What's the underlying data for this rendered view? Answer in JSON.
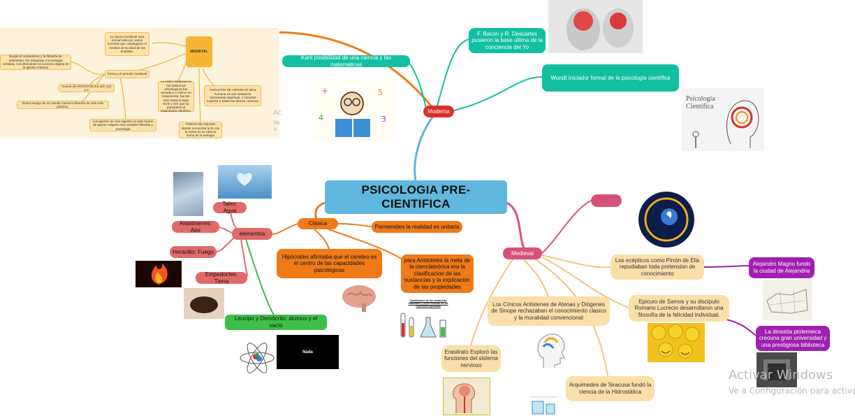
{
  "title": "PSICOLOGIA PRE-CIENTIFICA",
  "branches": {
    "moderna": "Moderna",
    "clasica": "Clásica",
    "medieval": "Medieval"
  },
  "moderna_items": {
    "bacon": "F. Bacon y R. Descartes pusieron la base última de la conciencia del Yo",
    "kant": "Kant posibilidad de una ciencia y las matemáticas",
    "wundt": "Wundt iniciador formal de la psicología científica",
    "psico_img_label": "Psicología Científica"
  },
  "clasica_items": {
    "elementos": "elementos",
    "tales": "Tales: Agua",
    "anaximenes": "Anaximenes: Aire",
    "heraclito": "Heráclito: Fuego",
    "empedocles": "Empedocles: Tierra",
    "leucipo": "Leucipo y Demócrito: átomos y el vacío",
    "nada": "Nada",
    "parmenides": "Parmenides la realidad es unitaria",
    "hipocrates": "Hipócrates afirmaba que el cerebro es el centro de las capacidades psicológicas",
    "aristoteles": "para Aristoteles la meta de la cienciateórica era la clasificacion de las sustancias y la explicación de las propiedades",
    "clasif_caption": "Clasificación de las sustancias materiales y leyes clásicas de las reacciones químicas"
  },
  "medieval_items": {
    "escepticos": "Los ecépticos como Pirrón de Elis repudiaban toda pretension de conocimiento",
    "alejandro": "Alejandro Magno fundo la ciudad de Alejandria",
    "epicuro": "Epicuro de Samos y su discipulo Romano Lucrecio desarrollaron una filosofía de la felicidad individual.",
    "dinastia": "La dinastía ptolemeica creouna gran universidad y una prestigiosa biblioteca",
    "cinicos": "Los Cínicos Antistenes de Atenas y Diógenes de Sinope rechazaban el conocimiento clasico y la moralidad convencional",
    "erasitrato": "Erasitrato Exploró las funciones del sistema nervioso",
    "arquimedes": "Arquimedes de Siracusa fundó la ciencia de la Hidrostática"
  },
  "inset": {
    "center": "MEDIEVAL",
    "epoca": "La época medieval esta enmarcada por varios sucesos que catalogaron el nombre de la edad de las tinieblas.",
    "roma": "Roma y el periodo medieval",
    "cristianismo": "Surgió el cristianismo y la filosofía de aristoteles, fue integrada a la teologia cristiana, convirtiendose en la teoría dogma de la iglesia cristiana",
    "muerte": "muerte de ARISTOTELES año 322 a.C",
    "testigo": "Roma testigo de un cambio hacia la filosofía de vida más practica.",
    "aportes": "Los aportes de San Agustín no solo fueron de aporte religioso sino también filosofía y psicologia",
    "vision": "La visión medieval en los trastornos psicologicos fue venada a o mismo su tratamiento, fue tan solo hasta el siglo XVIII y XIX que se popularizó el tratamiento científico.",
    "angustin": "ANGUSTIN DE HIPONA El alma humana es una sustancia meramente espiritual, e inmortal superior a todas las demas criaturas",
    "tomas": "TOMAS DE AQUINO intento reconciliar la fe con la razon en su obra la suma de la teologia"
  },
  "watermark": {
    "line1": "Activar Windows",
    "line2": "Ve a Configuración para activar Windows.",
    "inset_line1": "Ac",
    "inset_line2": "Ve a"
  },
  "colors": {
    "moderna": "#d9302a",
    "clasica": "#f07a18",
    "medieval": "#d6517a",
    "center": "#5fb7dd",
    "teal": "#12bfa0"
  }
}
